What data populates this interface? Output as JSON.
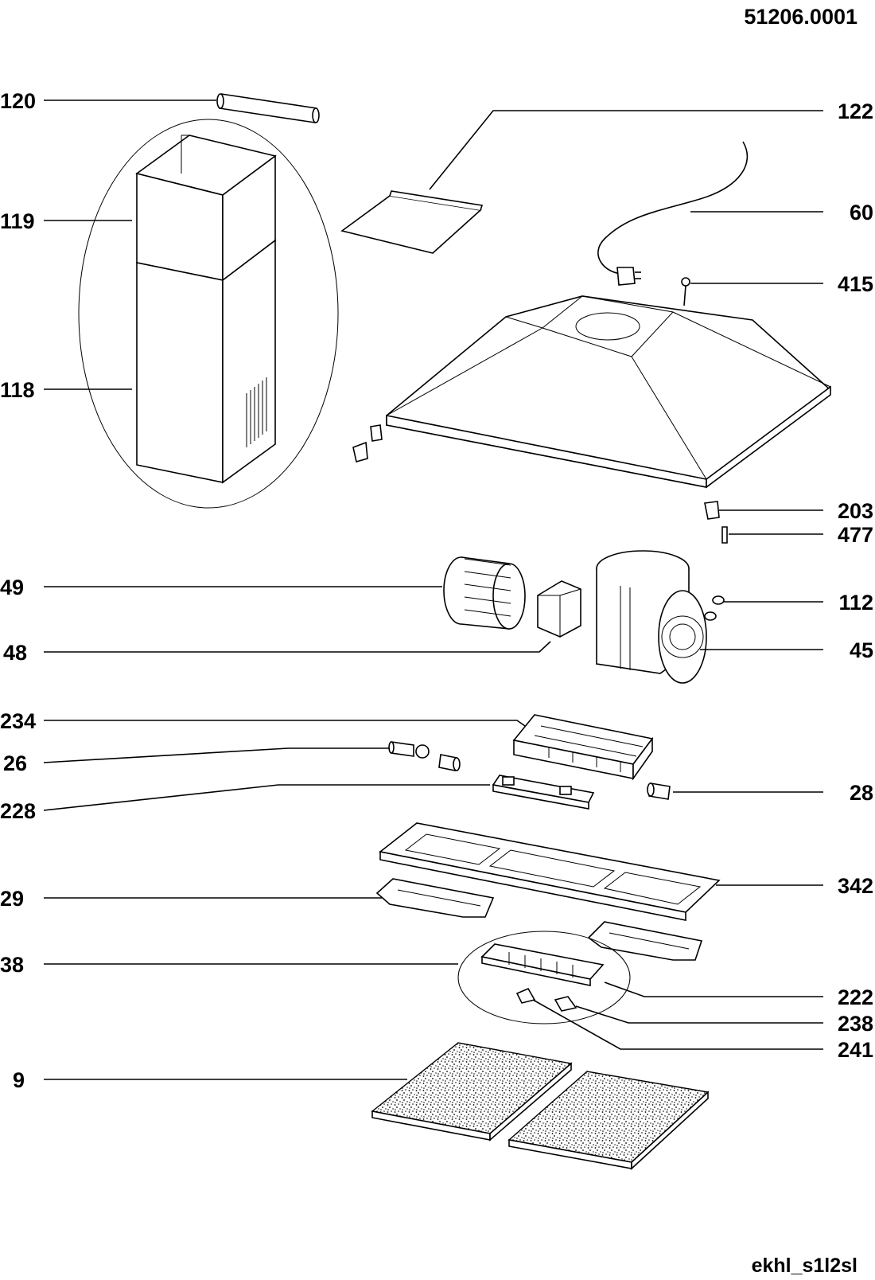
{
  "drawing_number": "51206.0001",
  "footer_code": "ekhl_s1l2sl",
  "parts": [
    {
      "ref": "120"
    },
    {
      "ref": "119"
    },
    {
      "ref": "118"
    },
    {
      "ref": "122"
    },
    {
      "ref": "60"
    },
    {
      "ref": "415"
    },
    {
      "ref": "203"
    },
    {
      "ref": "477"
    },
    {
      "ref": "49"
    },
    {
      "ref": "48"
    },
    {
      "ref": "112"
    },
    {
      "ref": "45"
    },
    {
      "ref": "234"
    },
    {
      "ref": "26"
    },
    {
      "ref": "228"
    },
    {
      "ref": "28"
    },
    {
      "ref": "342"
    },
    {
      "ref": "29"
    },
    {
      "ref": "38"
    },
    {
      "ref": "222"
    },
    {
      "ref": "238"
    },
    {
      "ref": "241"
    },
    {
      "ref": "9"
    }
  ]
}
